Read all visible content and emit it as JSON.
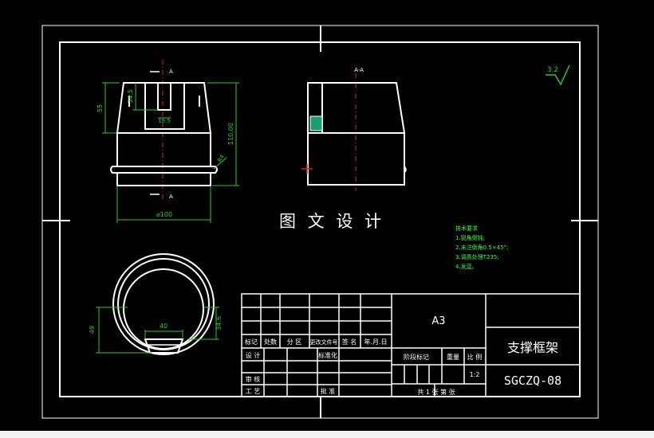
{
  "colors": {
    "background": "#000000",
    "outline": "#ffffff",
    "dimension": "#1fd21f",
    "centerline": "#e02020",
    "hatch": "#1aa070",
    "notes": "#33ff33"
  },
  "watermark": "图 文 设 计",
  "views": {
    "front": {
      "section_mark_top": "A",
      "section_mark_bottom": "A",
      "dim_height_55": "55",
      "dim_slot_34_5": "34.5",
      "dim_slot_width": "19.5",
      "dim_total_height": "110.00",
      "dim_radius": "R4",
      "dim_diameter": "⌀100"
    },
    "section": {
      "label": "A-A"
    },
    "bottom": {
      "dim_49": "49",
      "dim_40": "40",
      "dim_34_6": "34.6"
    }
  },
  "roughness": "3.2",
  "tech_notes": {
    "title": "技术要求",
    "items": [
      "1.锐角倒钝;",
      "2.未注倒角0.5×45°;",
      "3.调质处理T235;",
      "4.发蓝。"
    ]
  },
  "title_block": {
    "sheet_size": "A3",
    "part_name": "支撑框架",
    "drawing_no": "SGCZQ-08",
    "scale": "1:2",
    "header_row": [
      "标记",
      "处数",
      "分 区",
      "更改文件号",
      "签 名",
      "年.月.日"
    ],
    "design": "设 计",
    "standardize": "标准化",
    "stage_label": "阶段标记",
    "weight_label": "重量",
    "scale_label": "比 例",
    "review": "审 核",
    "process": "工 艺",
    "approve": "批 准",
    "sheet_info": "共 1 张  第  张"
  }
}
